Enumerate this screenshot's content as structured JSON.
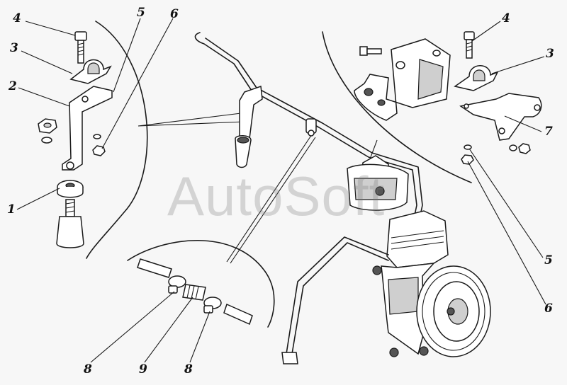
{
  "watermark": "AutoSoft",
  "callouts": [
    {
      "id": "c4-left",
      "text": "4"
    },
    {
      "id": "c3-left",
      "text": "3"
    },
    {
      "id": "c2-left",
      "text": "2"
    },
    {
      "id": "c1-left",
      "text": "1"
    },
    {
      "id": "c5-top",
      "text": "5"
    },
    {
      "id": "c6-top",
      "text": "6"
    },
    {
      "id": "c4-right",
      "text": "4"
    },
    {
      "id": "c3-right",
      "text": "3"
    },
    {
      "id": "c7-right",
      "text": "7"
    },
    {
      "id": "c5-right",
      "text": "5"
    },
    {
      "id": "c6-right",
      "text": "6"
    },
    {
      "id": "c8-a",
      "text": "8"
    },
    {
      "id": "c9",
      "text": "9"
    },
    {
      "id": "c8-b",
      "text": "8"
    }
  ]
}
